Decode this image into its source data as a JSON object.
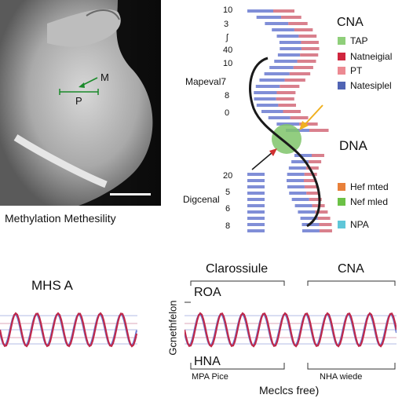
{
  "photo": {
    "marker_m": "M",
    "marker_p": "P",
    "caption": "Methylation Methesility"
  },
  "top_right": {
    "y_ticks_upper": [
      "10",
      "3",
      "ʃ",
      "40",
      "10",
      "8",
      "0"
    ],
    "y_ticks_lower": [
      "20",
      "5",
      "6",
      "8"
    ],
    "left_label_upper": "Mapeval7",
    "left_label_lower": "Digcenal",
    "legend_title": "CNA",
    "legend_upper": [
      {
        "label": "TAP",
        "color": "#8fcf7a"
      },
      {
        "label": "Natneigial",
        "color": "#d0263e"
      },
      {
        "label": "PT",
        "color": "#ec8a92"
      },
      {
        "label": "Natesiplel",
        "color": "#5064b4"
      }
    ],
    "dna_label": "DNA",
    "legend_lower": [
      {
        "label": "Hef mted",
        "color": "#e8803a"
      },
      {
        "label": "Nef mled",
        "color": "#6cc146"
      },
      {
        "label": "NPA",
        "color": "#5fc6d8"
      }
    ]
  },
  "bottom_left": {
    "title": "MHS A"
  },
  "bottom_right": {
    "vertical_label": "Gcnethfelon",
    "header_left": "Clarossiule",
    "header_right": "CNA",
    "label_roa": "ROA",
    "label_hna": "HNA",
    "sub_left": "MPA Pice",
    "sub_right": "NHA wiede",
    "axis_title": "Meclcs free)"
  },
  "colors": {
    "wave_red": "#c0284a",
    "wave_blue": "#6a7ad0",
    "helix_dark": "#1a1a1a",
    "highlight_green": "#7fc46a",
    "arrow_orange": "#f0b020",
    "arrow_red": "#d03030"
  }
}
